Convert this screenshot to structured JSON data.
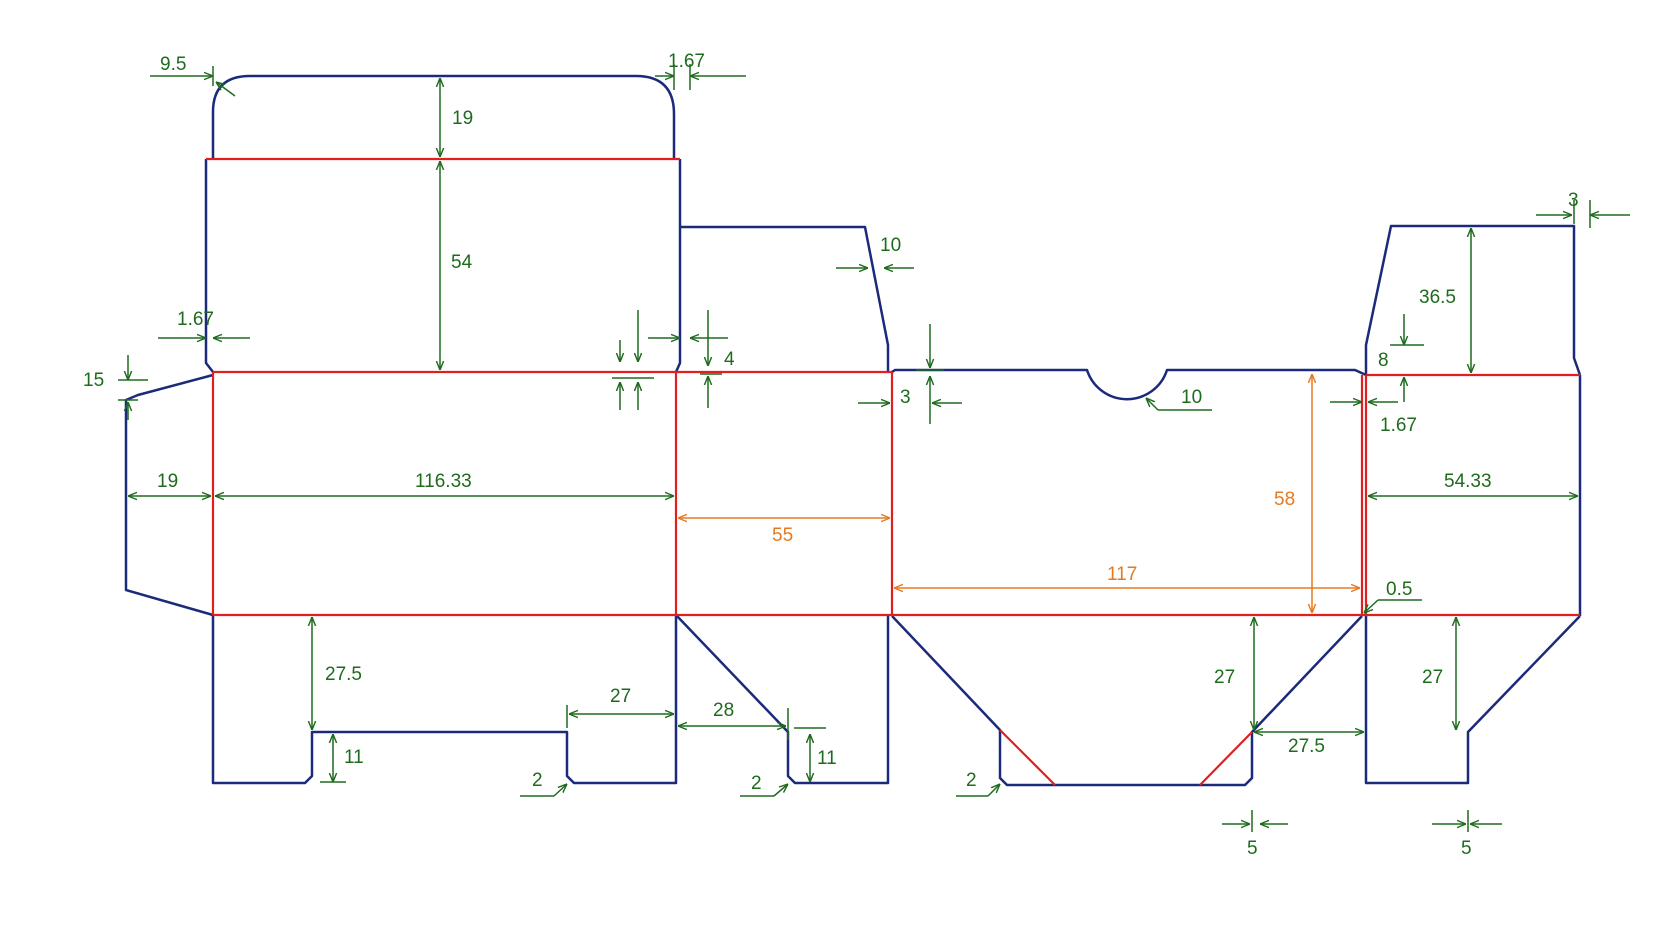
{
  "colors": {
    "cut": "#1b2a7a",
    "crease": "#e02020",
    "dim_green": "#1e6b1e",
    "dim_orange": "#e57a22"
  },
  "dims": {
    "d_9_5": "9.5",
    "d_1_67_top": "1.67",
    "d_19_lid": "19",
    "d_54": "54",
    "d_1_67_left": "1.67",
    "d_15": "15",
    "d_19_glue": "19",
    "d_116_33": "116.33",
    "d_4": "4",
    "d_10_flap": "10",
    "d_55": "55",
    "d_3_left": "3",
    "d_10_notch": "10",
    "d_58": "58",
    "d_117": "117",
    "d_1_67_right": "1.67",
    "d_0_5": "0.5",
    "d_3_top": "3",
    "d_36_5": "36.5",
    "d_8": "8",
    "d_54_33": "54.33",
    "d_27_5_left": "27.5",
    "d_27_top": "27",
    "d_28": "28",
    "d_11_left": "11",
    "d_11_mid": "11",
    "d_2_a": "2",
    "d_2_b": "2",
    "d_2_c": "2",
    "d_27_mid": "27",
    "d_27_5_mid": "27.5",
    "d_27_right": "27",
    "d_5_left": "5",
    "d_5_right": "5"
  }
}
